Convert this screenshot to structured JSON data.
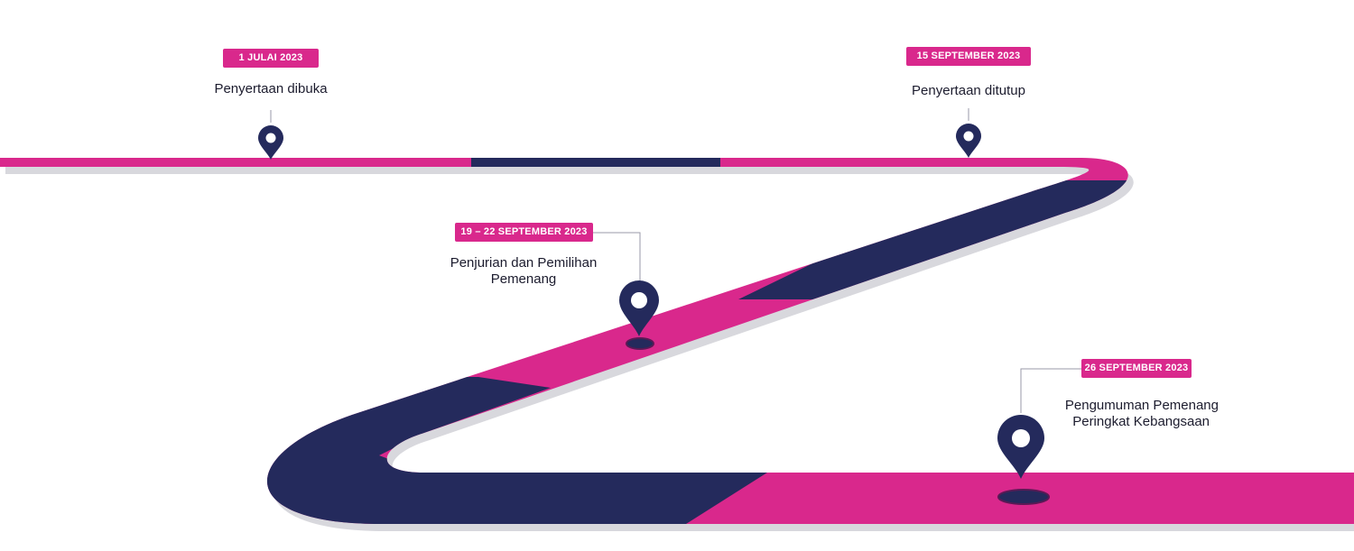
{
  "colors": {
    "pink": "#d9288c",
    "navy": "#242a5c",
    "shadow": "#d8d8dd",
    "text": "#1c1c2e"
  },
  "milestones": [
    {
      "date": "1 JULAI 2023",
      "title": "Penyertaan dibuka",
      "icon": "map-pin-icon"
    },
    {
      "date": "15 SEPTEMBER 2023",
      "title": "Penyertaan ditutup",
      "icon": "map-pin-icon"
    },
    {
      "date": "19 – 22 SEPTEMBER 2023",
      "title_lines": [
        "Penjurian dan Pemilihan",
        "Pemenang"
      ],
      "icon": "map-pin-icon"
    },
    {
      "date": "26 SEPTEMBER 2023",
      "title_lines": [
        "Pengumuman Pemenang",
        "Peringkat Kebangsaan"
      ],
      "icon": "map-pin-icon"
    }
  ]
}
